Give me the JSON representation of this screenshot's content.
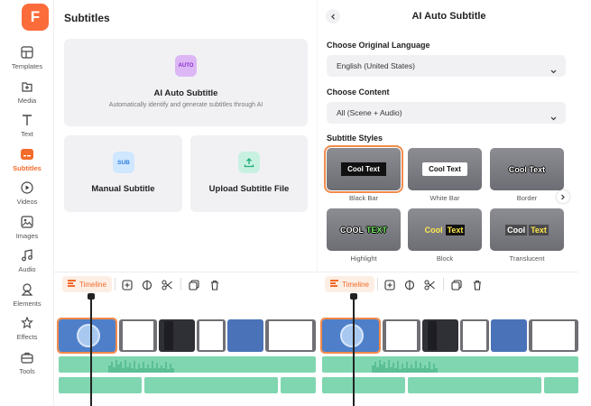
{
  "rail": {
    "items": [
      {
        "label": "Templates",
        "icon": "templates-icon"
      },
      {
        "label": "Media",
        "icon": "media-icon"
      },
      {
        "label": "Text",
        "icon": "text-icon"
      },
      {
        "label": "Subtitles",
        "icon": "subtitles-icon",
        "active": true
      },
      {
        "label": "Videos",
        "icon": "videos-icon"
      },
      {
        "label": "Images",
        "icon": "images-icon"
      },
      {
        "label": "Audio",
        "icon": "audio-icon"
      },
      {
        "label": "Elements",
        "icon": "elements-icon"
      },
      {
        "label": "Effects",
        "icon": "effects-icon"
      },
      {
        "label": "Tools",
        "icon": "tools-icon"
      }
    ],
    "logo_letter": "F"
  },
  "subtitles_panel": {
    "title": "Subtitles",
    "ai_card": {
      "badge": "AUTO",
      "title": "AI Auto Subtitle",
      "subtitle": "Automatically identify and generate subtitles through AI"
    },
    "manual_card": {
      "badge": "SUB",
      "title": "Manual Subtitle"
    },
    "upload_card": {
      "title": "Upload Subtitle File"
    }
  },
  "ai_panel": {
    "title": "AI Auto Subtitle",
    "language_label": "Choose Original Language",
    "language_value": "English (United States)",
    "content_label": "Choose Content",
    "content_value": "All (Scene + Audio)",
    "styles_label": "Subtitle Styles",
    "styles": [
      {
        "name": "Black Bar",
        "sample": "Cool Text",
        "selected": true
      },
      {
        "name": "White Bar",
        "sample": "Cool Text"
      },
      {
        "name": "Border",
        "sample": "Cool Text"
      },
      {
        "name": "Highlight",
        "sample_a": "COOL",
        "sample_b": "TEXT"
      },
      {
        "name": "Block",
        "sample_a": "Cool",
        "sample_b": "Text"
      },
      {
        "name": "Translucent",
        "sample_a": "Cool",
        "sample_b": "Text"
      }
    ]
  },
  "timeline": {
    "label": "Timeline"
  },
  "colors": {
    "accent": "#f26b2b",
    "audio": "#7fd6b0",
    "card": "#f1f1f4"
  }
}
